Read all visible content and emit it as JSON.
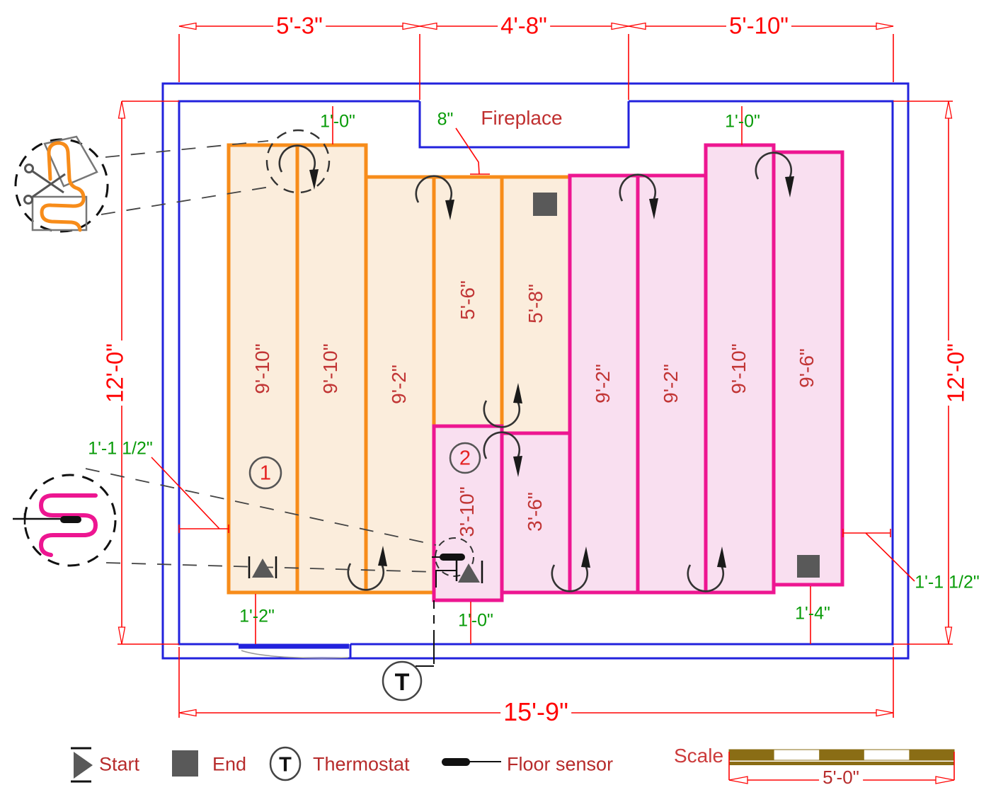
{
  "dims": {
    "top": [
      "5'-3\"",
      "4'-8\"",
      "5'-10\""
    ],
    "bottom": "15'-9\"",
    "left": "12'-0\"",
    "right": "12'-0\""
  },
  "offsets": {
    "top_left": "1'-0\"",
    "fireplace_gap": "8\"",
    "top_right": "1'-0\"",
    "left_side": "1'-1 1/2\"",
    "bottom_left": "1'-2\"",
    "bottom_center": "1'-0\"",
    "bottom_right": "1'-4\"",
    "right_side": "1'-1 1/2\""
  },
  "room": {
    "fireplace_label": "Fireplace"
  },
  "mats": {
    "mat1": {
      "number": "1",
      "runs": [
        "9'-10\"",
        "9'-10\"",
        "9'-2\"",
        "5'-6\"",
        "5'-8\""
      ]
    },
    "mat2": {
      "number": "2",
      "runs": [
        "3'-10\"",
        "3'-6\"",
        "9'-2\"",
        "9'-2\"",
        "9'-10\"",
        "9'-6\""
      ]
    }
  },
  "legend": {
    "start": "Start",
    "end": "End",
    "thermostat": "Thermostat",
    "thermostat_symbol": "T",
    "floor_sensor": "Floor sensor"
  },
  "scale_bar": {
    "label": "Scale",
    "length": "5'-0\""
  },
  "colors": {
    "wall_blue": "#2222DD",
    "mat1_border": "#F78C1A",
    "mat1_fill": "#FBEDDC",
    "mat2_border": "#ED1691",
    "mat2_fill": "#F9DFF0",
    "dimension_red": "#FF0505",
    "offset_green": "#089B08",
    "label_dark_red": "#C13535",
    "symbol_gray": "#595959",
    "scale_brown": "#8A6D15"
  }
}
